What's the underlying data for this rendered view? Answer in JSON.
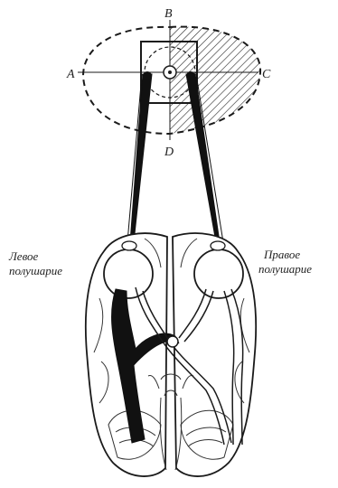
{
  "diagram": {
    "visual_field_labels": {
      "left": "A",
      "top": "B",
      "right": "C",
      "bottom": "D"
    },
    "hemispheres": {
      "left_line1": "Левое",
      "left_line2": "полушарие",
      "right_line1": "Правое",
      "right_line2": "полушарие"
    },
    "colors": {
      "ink": "#1a1a1a",
      "fill_dark": "#111111",
      "paper": "#ffffff"
    }
  }
}
